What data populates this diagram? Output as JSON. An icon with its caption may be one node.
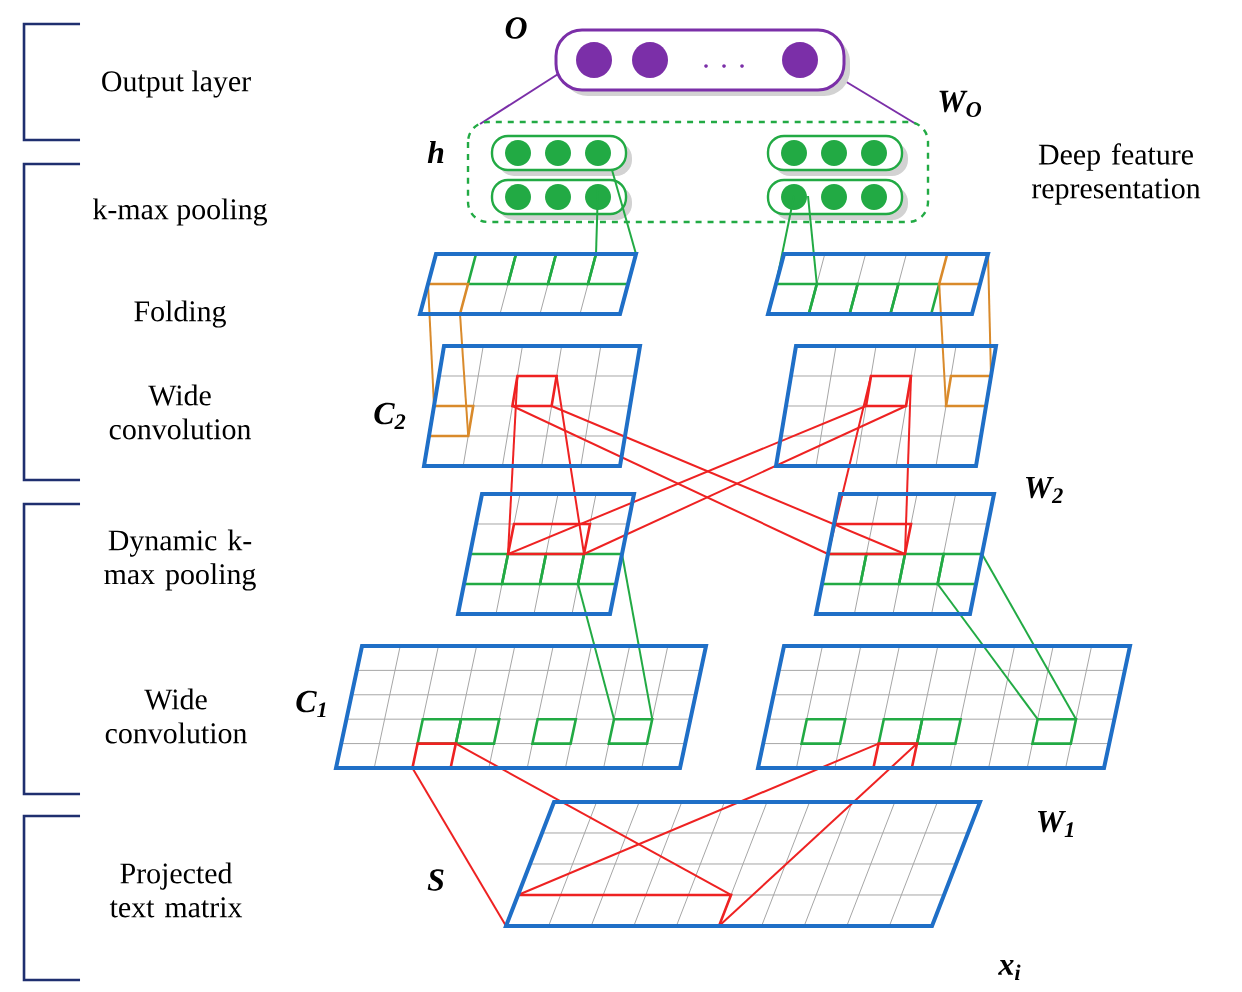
{
  "diagram": {
    "labels": [
      "Output layer",
      "k-max pooling",
      "Folding",
      "Wide convolution",
      "Dynamic k-max pooling",
      "Wide convolution",
      "Projected text matrix",
      "O",
      "W$_{O}$",
      "h",
      "Deep feature representation",
      "C$_{2}$",
      "W$_{2}$",
      "C$_{1}$",
      "W$_{1}$",
      "S",
      "x$_{i}$"
    ]
  }
}
